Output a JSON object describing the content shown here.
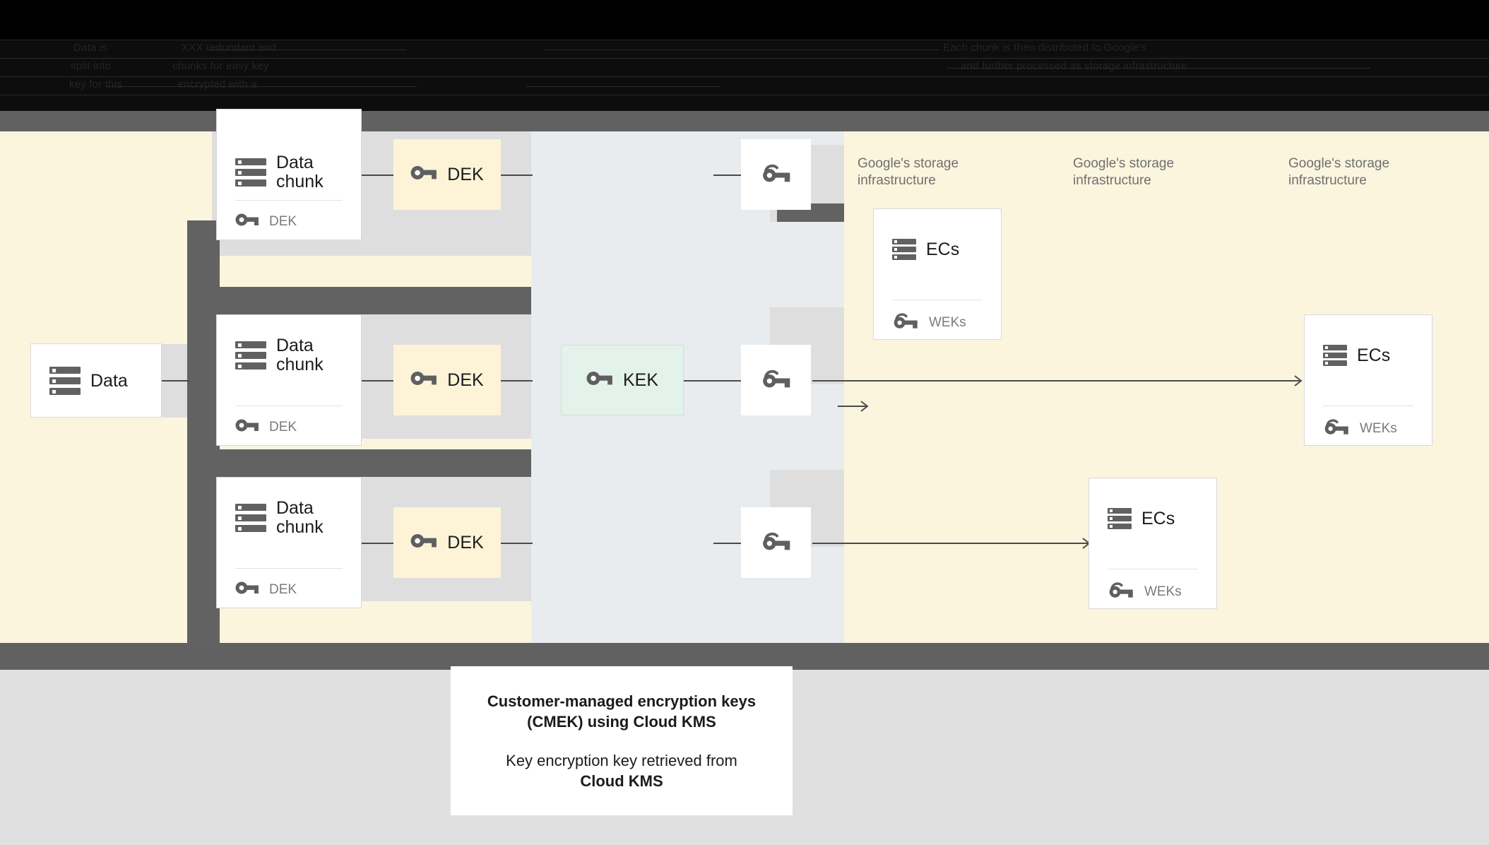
{
  "header": {
    "obscured_lines": [
      "Data is                        XXX redundant and",
      "split into                    chunks for easy key",
      "key for this                  encrypted with a",
      "Each chunk is then distributed to Google's",
      "and further processed as storage infrastructure"
    ]
  },
  "diagram": {
    "source": {
      "label": "Data",
      "icon": "server-icon"
    },
    "chunks": [
      {
        "title": "Data\nchunk",
        "icon": "server-icon",
        "key_label": "DEK",
        "key_icon": "key-icon"
      },
      {
        "title": "Data\nchunk",
        "icon": "server-icon",
        "key_label": "DEK",
        "key_icon": "key-icon"
      },
      {
        "title": "Data\nchunk",
        "icon": "server-icon",
        "key_label": "DEK",
        "key_icon": "key-icon"
      }
    ],
    "deks": [
      {
        "label": "DEK",
        "icon": "key-icon"
      },
      {
        "label": "DEK",
        "icon": "key-icon"
      },
      {
        "label": "DEK",
        "icon": "key-icon"
      }
    ],
    "kek": {
      "label": "KEK",
      "icon": "key-icon",
      "color": "#e3f2ea"
    },
    "wrapped_keys": [
      {
        "icon": "wrapped-key-icon"
      },
      {
        "icon": "wrapped-key-icon"
      },
      {
        "icon": "wrapped-key-icon"
      }
    ],
    "infra_labels": [
      "Google's storage\ninfrastructure",
      "Google's storage\ninfrastructure",
      "Google's storage\ninfrastructure"
    ],
    "ec_boxes": [
      {
        "title": "ECs",
        "icon": "server-icon",
        "key_label": "WEKs",
        "key_icon": "wrapped-key-icon"
      },
      {
        "title": "ECs",
        "icon": "server-icon",
        "key_label": "WEKs",
        "key_icon": "wrapped-key-icon"
      },
      {
        "title": "ECs",
        "icon": "server-icon",
        "key_label": "WEKs",
        "key_icon": "wrapped-key-icon"
      }
    ]
  },
  "caption": {
    "title_line1": "Customer-managed encryption keys",
    "title_line2": "(CMEK) using Cloud KMS",
    "body_line1": "Key encryption key retrieved from",
    "body_line2": "Cloud KMS"
  },
  "colors": {
    "cream": "#fcf5de",
    "blue_grey": "#e8ecee",
    "dark_grey": "#616262",
    "light_grey": "#dedede",
    "mint": "#e3f2ea",
    "key_yellow": "#fdf3d7"
  }
}
